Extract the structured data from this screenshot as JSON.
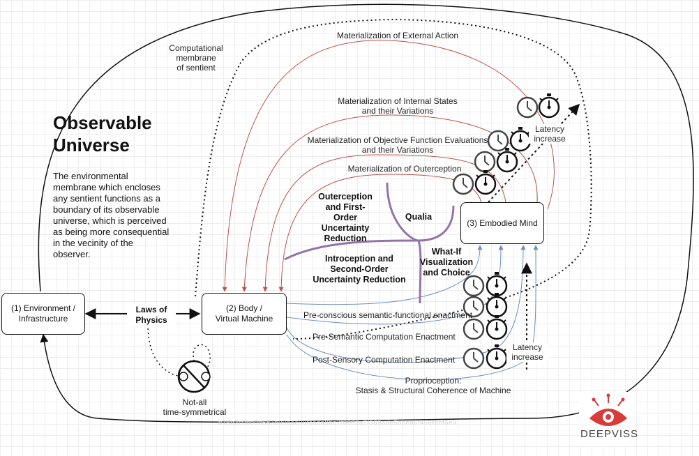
{
  "title": "Observable\nUniverse",
  "description": "The environmental\nmembrane which encloses\nany sentient functions as a\nboundary of its observable\nuniverse, which is perceived\nas being more consequential\nin the vecinity of the\nobserver.",
  "nodes": {
    "environment": "(1) Environment /\nInfrastructure",
    "body": "(2) Body /\nVirtual Machine",
    "mind": "(3) Embodied Mind"
  },
  "labels": {
    "computational_membrane": "Computational\nmembrane\nof sentient",
    "mat_external": "Materialization of External Action",
    "mat_internal": "Materialization of Internal States\nand their Variations",
    "mat_objective": "Materialization of Objective Function Evaluations\nand their Variations",
    "mat_outerception": "Materialization of Outerception",
    "outerception": "Outerception\nand First-\nOrder\nUncertainty\nReduction",
    "qualia": "Qualia",
    "introception": "Introception and\nSecond-Order\nUncertainty Reduction",
    "what_if": "What-If\nVisualization\nand Choice",
    "pre_conscious": "Pre-conscious semantic-functional enactment",
    "pre_semantic": "Pre-Semantic Computation Enactment",
    "post_sensory": "Post-Sensory Computation Enactment",
    "proprioception": "Proprioception:\nStasis & Structural Coherence of Machine",
    "laws_of_physics": "Laws of\nPhysics",
    "not_all": "Not-all\ntime-symmetrical",
    "latency_top": "Latency\nincrease",
    "latency_bottom": "Latency\nincrease"
  },
  "logo": {
    "name": "DEEPVISS",
    "color": "#d93a3a"
  },
  "watermark": "b16b2c0be0d587b09eae98fcada8be7f0682a7f369ade5bbea6f456f8bf5e9",
  "colors": {
    "efferent": "#c0504d",
    "afferent": "#6c8ebf",
    "qualia": "#9673a6",
    "stroke": "#111111"
  },
  "icons": {
    "clock": "clock-icon",
    "stopwatch": "stopwatch-icon",
    "no_symmetry": "no-time-symmetry-icon"
  }
}
